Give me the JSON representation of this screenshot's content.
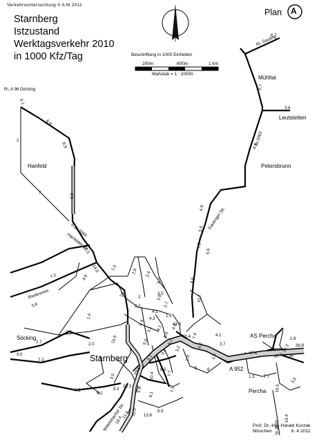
{
  "header": {
    "survey": "Verkehrsuntersuchung  V A M  2011",
    "title_lines": [
      "Starnberg",
      "Istzustand",
      "Werktagsverkehr 2010",
      "in 1000 Kfz/Tag"
    ],
    "plan_label": "Plan",
    "plan_letter": "A"
  },
  "scale": {
    "caption": "Beschriftung in 1000 Einheiten",
    "ticks": [
      "200m",
      "600m",
      "1 km"
    ],
    "ratio": "Maßstab = 1 :  20000"
  },
  "places": {
    "muehltal": "Mühltal",
    "leutstetten": "Leutstetten",
    "petersbrunn": "Petersbrunn",
    "hanfeld": "Hanfeld",
    "soecking": "Söcking",
    "starnberg": "Starnberg",
    "as_percha": "AS Percha",
    "percha": "Percha"
  },
  "roads": {
    "gauting": "Ri. Gauting",
    "a96": "Ri. A 96 Gilching",
    "st2069": "St 2069",
    "hanfelder": "Hanfelder Str.",
    "st2063": "St 2063",
    "gautinger": "Gautinger Str.",
    "riedeselstr": "Riedeselstr.",
    "a952": "A 952",
    "wittelsbacher": "Wittelsbacher Str.",
    "st2070": "St 2070"
  },
  "volumes": {
    "v_67a": "6.7",
    "v_67b": "6.7",
    "v_36": "3.6",
    "v_48a": "4.8",
    "v_91": "9.1",
    "v_69a": "6.9",
    "v_89": "8.9",
    "v_2": "2",
    "v_69b": "6.9",
    "v_7": "7",
    "v_97": "9.7",
    "v_105": "10.5",
    "v_140": "14.0",
    "v_72": "7.2",
    "v_56a": "5.6",
    "v_48b": "4.8",
    "v_15": "1.5",
    "v_46": "4.6",
    "v_56b": "5.6",
    "v_75a": "7.5",
    "v_56c": "5.6",
    "v_96": "9.6",
    "v_107": "10.7",
    "v_28a": "2.8",
    "v_24": "2.4",
    "v_37": "3.7",
    "v_164": "16.4",
    "v_2b": "2",
    "v_39": "3.9",
    "v_35": "3.5",
    "v_27": "2.7",
    "v_41": "4.1",
    "v_43": "4.3",
    "v_19": "1.9",
    "v_20a": "2.0",
    "v_14": "1.4",
    "v_27b": "2.7",
    "v_27c": "2.7",
    "v_90": "9.0",
    "v_73": "7.3",
    "v_20b": "2.0",
    "v_165": "16.5",
    "v_415": "41.5",
    "v_404": "40.4",
    "v_41b": "4.1",
    "v_37b": "3.7",
    "v_52": "5.2",
    "v_42": "4.2",
    "v_74": "7.4",
    "v_25": "2.5",
    "v_20c": "2.0",
    "v_5": "5",
    "v_8": "8",
    "v_474": "47.4",
    "v_402": "40.2",
    "v_353": "35.3",
    "v_36b": "36",
    "v_18": "1.8",
    "v_388": "38.8",
    "v_13": "1.3",
    "v_77": "7.7",
    "v_165b": "16.5",
    "v_38": "3.8",
    "v_144": "14.4",
    "v_30": "3.0",
    "v_92": "9.2",
    "v_213": "21.3",
    "v_81": "8.1",
    "v_75b": "7.5",
    "v_184": "18.4",
    "v_114": "11.4",
    "v_110": "11.0",
    "v_136": "13.6",
    "v_69c": "6.9",
    "v_77b": "7.7",
    "v_71": "7.1",
    "v_91b": "9.1",
    "v_65": "6.5",
    "v_59": "5.9",
    "v_104": "10.4",
    "v_36c": "3.6",
    "v_61": "6.1",
    "v_33": "3.3",
    "v_55": "5.5",
    "v_54": "5.4",
    "v_41c": "4.1",
    "v_31": "3.1",
    "v_44": "4.4",
    "v_46b": "4.6",
    "v_32": "3.2"
  },
  "credit": {
    "line1": "Prof. Dr.-Ing. Harald Kurzak",
    "line2a": "München",
    "line2b": "6. 4.2011"
  }
}
